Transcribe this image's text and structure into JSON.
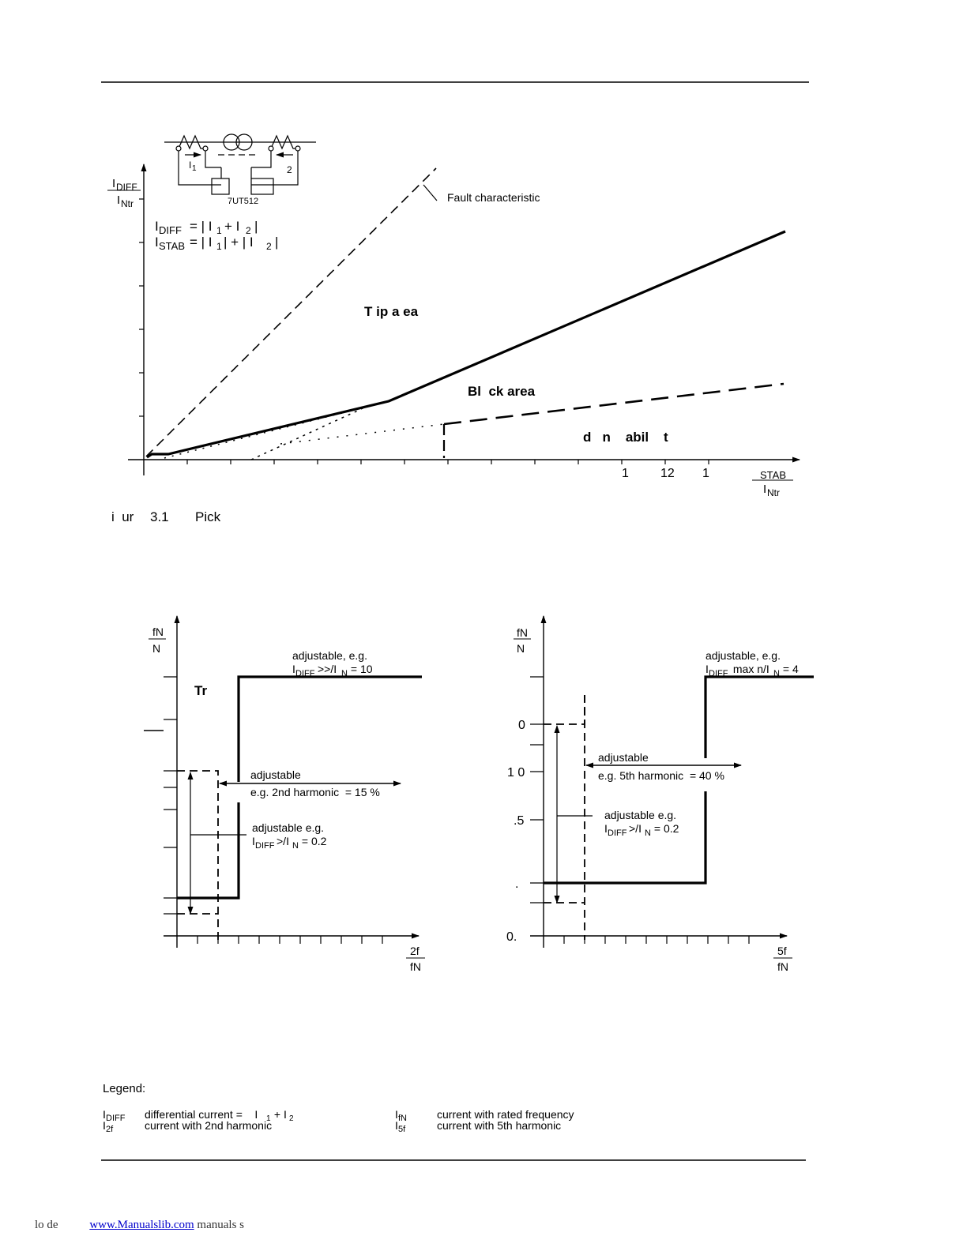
{
  "top_diagram": {
    "y_label_top": "DIFF",
    "y_label_bottom": "Ntr",
    "x_label_top": "STAB",
    "x_label_bottom": "Ntr",
    "circuit_label": "7UT512",
    "i1_label": "1",
    "i2_label": "2",
    "fault_characteristic": "Fault characteristic",
    "formula_diff_sub": "DIFF",
    "formula_diff_rhs": "= | I",
    "formula_diff_mid": "+ I",
    "formula_diff_end": "|",
    "formula_stab_sub": "STAB",
    "formula_stab_rhs": "= | I",
    "formula_stab_mid": "| + | I",
    "formula_stab_end": "|",
    "trip_area": "T ip a ea",
    "block_area": "Bl  ck area",
    "add_stability": "d   n    abil    t",
    "x_tick_labels": [
      "1",
      "12",
      "1"
    ]
  },
  "figure_caption": {
    "prefix": "i  ur",
    "number": "3.1",
    "text": "Pick"
  },
  "left_diagram": {
    "y_label_top": "fN",
    "y_label_bottom": "N",
    "x_label_top": "2f",
    "x_label_bottom": "fN",
    "trip_label": "Tr",
    "adj_high_line1": "adjustable, e.g.",
    "adj_high_sub": "DIFF",
    "adj_high_rest": ">>/I",
    "adj_high_sub2": "N",
    "adj_high_value": " = 10",
    "adj_harm_line1": "adjustable",
    "adj_harm_line2": "e.g. 2nd harmonic  = 15 %",
    "adj_low_line1": "adjustable e.g.",
    "adj_low_sub": "DIFF",
    "adj_low_rest": ">/I",
    "adj_low_sub2": "N",
    "adj_low_value": " = 0.2"
  },
  "right_diagram": {
    "y_label_top": "fN",
    "y_label_bottom": "N",
    "x_label_top": "5f",
    "x_label_bottom": "fN",
    "y_ticks": [
      "0",
      "1 0",
      ".5",
      ".",
      "0."
    ],
    "adj_high_line1": "adjustable, e.g.",
    "adj_high_sub": "DIFF",
    "adj_high_rest": " max n/I",
    "adj_high_sub2": "N",
    "adj_high_value": " = 4",
    "adj_harm_line1": "adjustable",
    "adj_harm_line2": "e.g. 5th harmonic  = 40 %",
    "adj_low_line1": "adjustable e.g.",
    "adj_low_sub": "DIFF",
    "adj_low_rest": ">/I",
    "adj_low_sub2": "N",
    "adj_low_value": " = 0.2"
  },
  "legend": {
    "title": "Legend:",
    "items": [
      {
        "sym": "I",
        "sub": "DIFF",
        "desc_a": "differential current =    I",
        "desc_sub1": "1",
        "desc_b": " + I",
        "desc_sub2": "2"
      },
      {
        "sym": "I",
        "sub": "2f",
        "desc_a": "current with 2nd harmonic"
      },
      {
        "sym": "I",
        "sub": "fN",
        "desc_a": "current with rated frequency"
      },
      {
        "sym": "I",
        "sub": "5f",
        "desc_a": "current with 5th harmonic"
      }
    ]
  },
  "footer": {
    "left": "lo  de",
    "link": "www.Manualslib.com",
    "right": "manuals s"
  }
}
